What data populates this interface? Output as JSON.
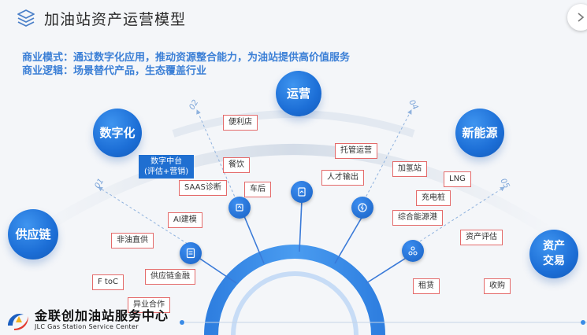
{
  "title": "加油站资产运营模型",
  "model_line_1": "商业模式：通过数字化应用，推动资源整合能力，为油站提供高价值服务",
  "model_line_2": "商业逻辑：场景替代产品，生态覆盖行业",
  "pillars": {
    "supply_chain": "供应链",
    "digital": "数字化",
    "operation": "运营",
    "new_energy": "新能源",
    "asset_trading": "资产\n交易"
  },
  "numbers": [
    "01",
    "02",
    "04",
    "05"
  ],
  "digital_platform": "数字中台\n(评估+营销)",
  "tags": {
    "convenience_store": "便利店",
    "catering": "餐饮",
    "car_service": "车后",
    "saas": "SAAS诊断",
    "ai_modeling": "AI建模",
    "non_oil_direct": "非油直供",
    "f_toc": "F toC",
    "supply_chain_finance": "供应链金融",
    "cross_industry": "异业合作",
    "hosted_operation": "托管运营",
    "talent_output": "人才输出",
    "hydrogen_station": "加氢站",
    "lng": "LNG",
    "charging_pile": "充电桩",
    "integrated_energy_port": "综合能源港",
    "asset_evaluation": "资产评估",
    "leasing": "租赁",
    "acquisition": "收购"
  },
  "brand": {
    "name": "金联创加油站服务中心",
    "sub": "JLC Gas Station Service Center"
  },
  "colors": {
    "primary": "#1f6fd1",
    "accent_text": "#3b7fd6",
    "tag_border": "#e46a6a",
    "arc": "#3a8be6"
  }
}
